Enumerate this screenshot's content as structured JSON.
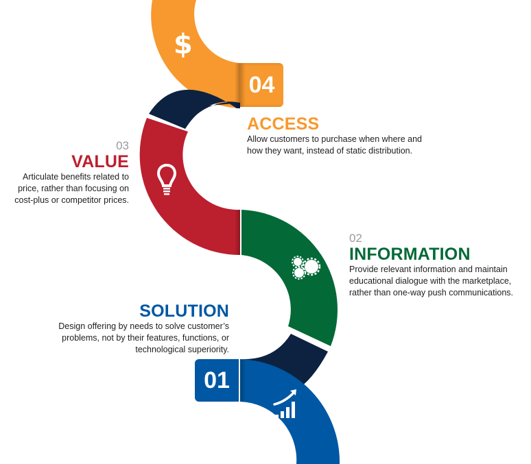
{
  "colors": {
    "orange": "#F7992E",
    "red": "#BC1F2E",
    "green": "#036937",
    "blue": "#0057A3",
    "navy": "#0C2240",
    "number_gray": "#9A9A9A"
  },
  "steps": [
    {
      "number": "01",
      "title": "SOLUTION",
      "description_lines": [
        "Design offering by needs to solve customer’s",
        "problems, not by their features, functions, or",
        "technological superiority."
      ],
      "icon": "growth-chart-icon",
      "color": "#0057A3"
    },
    {
      "number": "02",
      "title": "INFORMATION",
      "description_lines": [
        "Provide relevant information and maintain",
        "educational dialogue with the marketplace,",
        "rather than one-way push communications."
      ],
      "icon": "gears-icon",
      "color": "#036937"
    },
    {
      "number": "03",
      "title": "VALUE",
      "description_lines": [
        "Articulate benefits related to",
        "price, rather than focusing on",
        "cost-plus or competitor prices."
      ],
      "icon": "lightbulb-icon",
      "color": "#BC1F2E"
    },
    {
      "number": "04",
      "title": "ACCESS",
      "description_lines": [
        "Allow customers to purchase when where and",
        "how they want, instead of static distribution."
      ],
      "icon": "dollar-icon",
      "color": "#F7992E"
    }
  ],
  "icons": {
    "dollar": "$"
  }
}
